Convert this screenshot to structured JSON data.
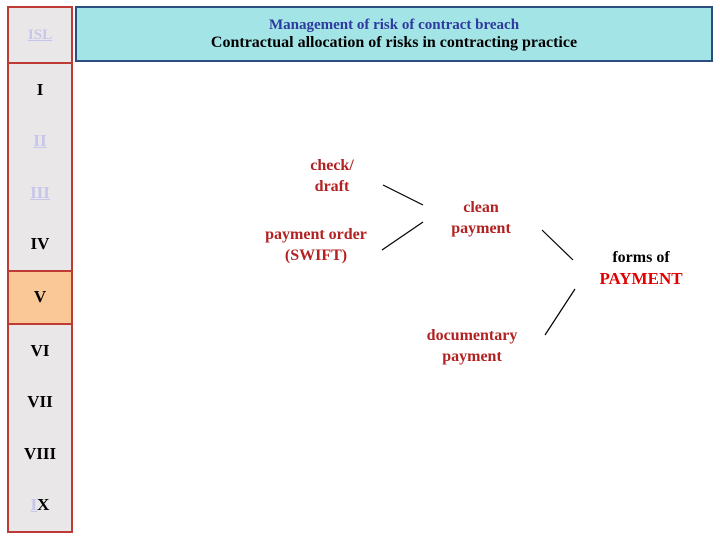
{
  "slide": {
    "logo": "ISL",
    "title_line1": "Management of risk of contract breach",
    "title_line2": "Contractual allocation of risks in contracting practice"
  },
  "sidebar": {
    "items": [
      {
        "plain_part": "I"
      },
      {
        "link_part": "II"
      },
      {
        "link_part": "III"
      },
      {
        "plain_part": "IV"
      },
      {
        "plain_part": "V",
        "highlighted": true
      },
      {
        "plain_part": "VI"
      },
      {
        "plain_part": "VII"
      },
      {
        "plain_part": "VIII"
      },
      {
        "link_part": "I",
        "plain_part": "X"
      }
    ]
  },
  "diagram": {
    "check_draft": "check/\ndraft",
    "payment_order": "payment order\n(SWIFT)",
    "clean_payment": "clean\npayment",
    "documentary_payment": "documentary\npayment",
    "forms_of": "forms of",
    "payment_caps": "PAYMENT"
  },
  "colors": {
    "header_bg": "#A3E4E6",
    "header_border": "#2A4E7E",
    "title_blue": "#2E3A9E",
    "sidebar_bg": "#E9E7E7",
    "sidebar_border": "#BE3A34",
    "highlight_bg": "#FAC896",
    "link_lavender": "#C6C6EA",
    "diagram_red": "#B22222",
    "payment_red": "#E00000",
    "connector_black": "#000000"
  }
}
